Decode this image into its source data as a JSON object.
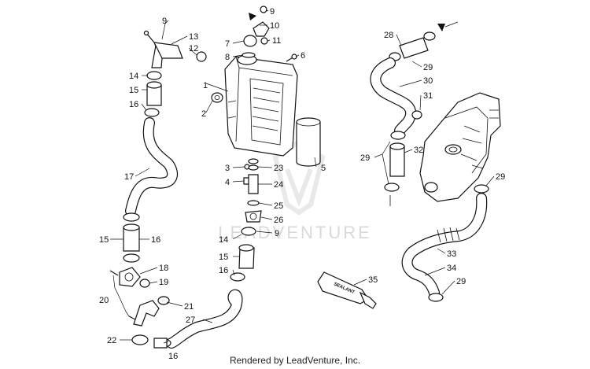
{
  "watermark": "LEADVENTURE",
  "footer": "Rendered by LeadVenture, Inc.",
  "tube_text": "SEALANT",
  "callouts": [
    "1",
    "2",
    "3",
    "4",
    "5",
    "6",
    "7",
    "8",
    "9",
    "10",
    "11",
    "12",
    "13",
    "14",
    "15",
    "16",
    "17",
    "18",
    "19",
    "20",
    "21",
    "22",
    "23",
    "24",
    "25",
    "26",
    "27",
    "28",
    "29",
    "30",
    "31",
    "32",
    "33",
    "34",
    "35"
  ]
}
